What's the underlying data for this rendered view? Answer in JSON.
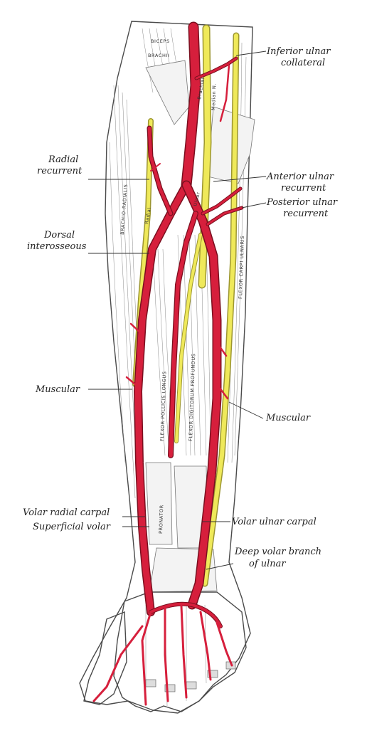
{
  "labels": {
    "inferior_ulnar_collateral_1": "Inferior ulnar",
    "inferior_ulnar_collateral_2": "collateral",
    "radial_recurrent_1": "Radial",
    "radial_recurrent_2": "recurrent",
    "anterior_ulnar_recurrent_1": "Anterior ulnar",
    "anterior_ulnar_recurrent_2": "recurrent",
    "posterior_ulnar_recurrent_1": "Posterior ulnar",
    "posterior_ulnar_recurrent_2": "recurrent",
    "dorsal_interosseous_1": "Dorsal",
    "dorsal_interosseous_2": "interosseous",
    "muscular_left": "Muscular",
    "muscular_right": "Muscular",
    "volar_radial_carpal": "Volar radial carpal",
    "superficial_volar": "Superficial volar",
    "volar_ulnar_carpal": "Volar ulnar carpal",
    "deep_volar_branch_1": "Deep volar branch",
    "deep_volar_branch_2": "of ulnar"
  },
  "structure_labels": {
    "biceps": "BICEPS",
    "brachii": "BRACHII",
    "brachial": "Brachial",
    "median_n": "Median N.",
    "brachio_radialis": "BRACHIO-RADIALIS",
    "flexor_carpi_ulnaris": "FLEXOR CARPI ULNARIS",
    "flexor_pollicis_longus": "FLEXOR POLLICIS LONGUS",
    "flexor_digitorum_profundus": "FLEXOR DIGITORUM PROFUNDUS",
    "pronator": "PRONATOR",
    "ulnar": "Ulnar",
    "radial": "Radial"
  },
  "colors": {
    "artery": "#d61f3c",
    "nerve": "#efe95a",
    "outline": "#4a4a4a",
    "label": "#222222"
  }
}
